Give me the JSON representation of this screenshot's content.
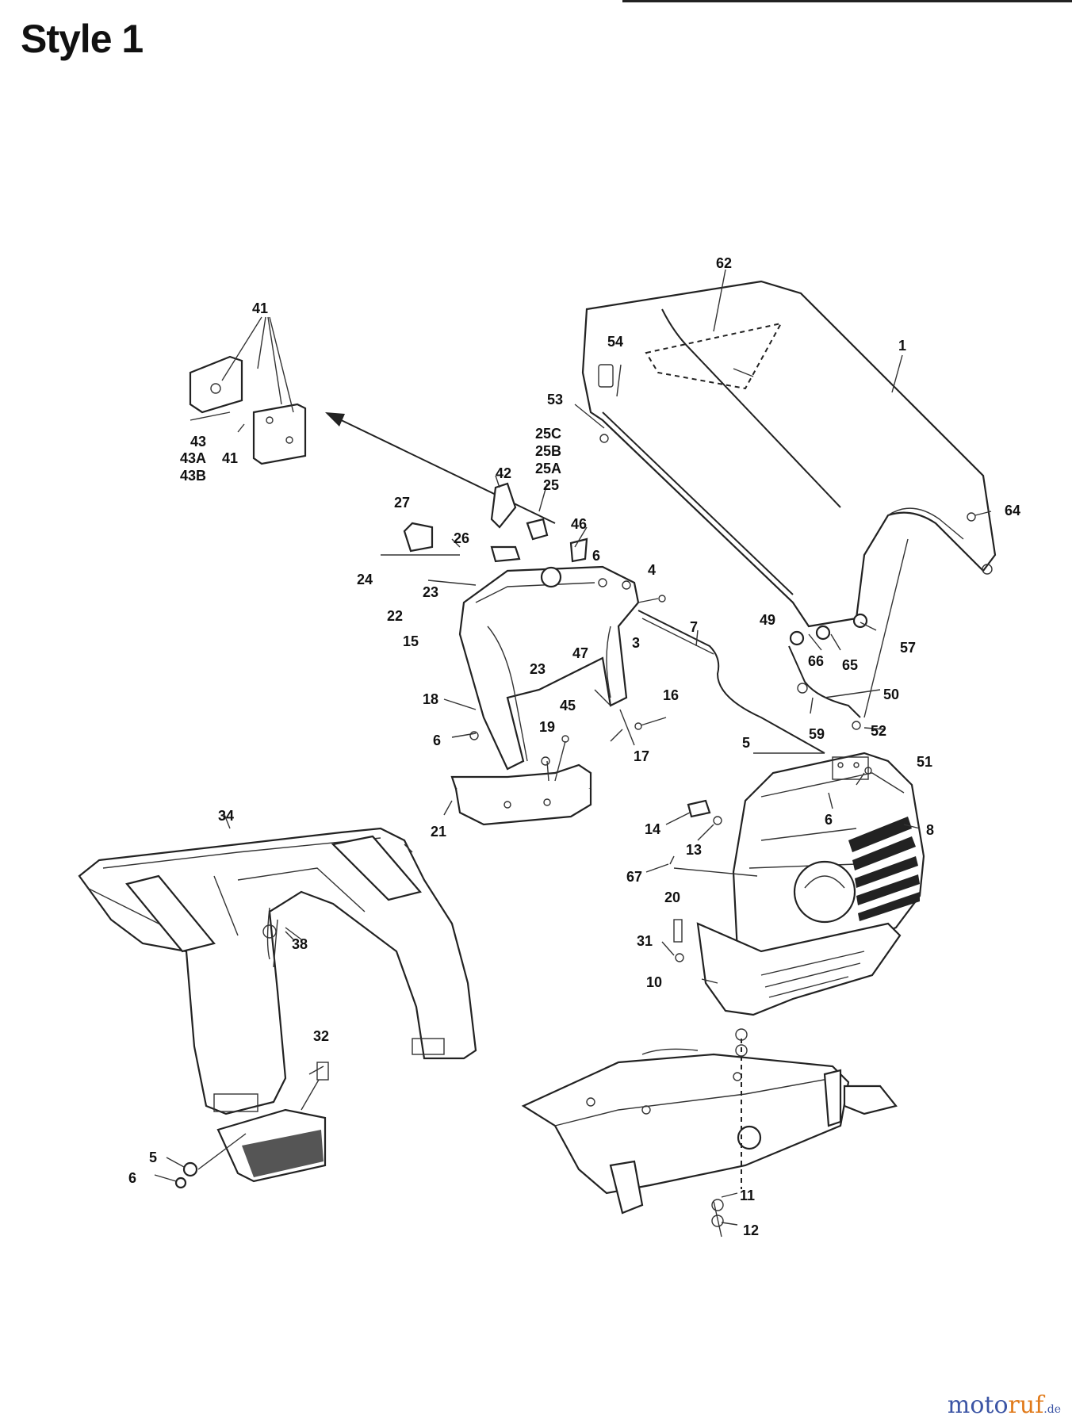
{
  "title": "Style 1",
  "watermark": {
    "text_main": "moto",
    "text_accent": "ruf",
    "text_suffix": ".de",
    "color_main": "#3c55a5",
    "color_accent": "#e07a1a"
  },
  "labels": [
    {
      "id": "62",
      "text": "62"
    },
    {
      "id": "1",
      "text": "1"
    },
    {
      "id": "54",
      "text": "54"
    },
    {
      "id": "53",
      "text": "53"
    },
    {
      "id": "64",
      "text": "64"
    },
    {
      "id": "41a",
      "text": "41"
    },
    {
      "id": "41b",
      "text": "41"
    },
    {
      "id": "43",
      "text": "43"
    },
    {
      "id": "43A",
      "text": "43A"
    },
    {
      "id": "43B",
      "text": "43B"
    },
    {
      "id": "25C",
      "text": "25C"
    },
    {
      "id": "25B",
      "text": "25B"
    },
    {
      "id": "25A",
      "text": "25A"
    },
    {
      "id": "25",
      "text": "25"
    },
    {
      "id": "42",
      "text": "42"
    },
    {
      "id": "46",
      "text": "46"
    },
    {
      "id": "27",
      "text": "27"
    },
    {
      "id": "26",
      "text": "26"
    },
    {
      "id": "6a",
      "text": "6"
    },
    {
      "id": "4",
      "text": "4"
    },
    {
      "id": "24",
      "text": "24"
    },
    {
      "id": "23a",
      "text": "23"
    },
    {
      "id": "22",
      "text": "22"
    },
    {
      "id": "3",
      "text": "3"
    },
    {
      "id": "7",
      "text": "7"
    },
    {
      "id": "15",
      "text": "15"
    },
    {
      "id": "47",
      "text": "47"
    },
    {
      "id": "23b",
      "text": "23"
    },
    {
      "id": "49",
      "text": "49"
    },
    {
      "id": "66",
      "text": "66"
    },
    {
      "id": "65",
      "text": "65"
    },
    {
      "id": "57",
      "text": "57"
    },
    {
      "id": "18",
      "text": "18"
    },
    {
      "id": "45",
      "text": "45"
    },
    {
      "id": "16",
      "text": "16"
    },
    {
      "id": "50",
      "text": "50"
    },
    {
      "id": "19",
      "text": "19"
    },
    {
      "id": "6b",
      "text": "6"
    },
    {
      "id": "17",
      "text": "17"
    },
    {
      "id": "59",
      "text": "59"
    },
    {
      "id": "52",
      "text": "52"
    },
    {
      "id": "5a",
      "text": "5"
    },
    {
      "id": "51",
      "text": "51"
    },
    {
      "id": "21",
      "text": "21"
    },
    {
      "id": "6c",
      "text": "6"
    },
    {
      "id": "14",
      "text": "14"
    },
    {
      "id": "8",
      "text": "8"
    },
    {
      "id": "13",
      "text": "13"
    },
    {
      "id": "34",
      "text": "34"
    },
    {
      "id": "67",
      "text": "67"
    },
    {
      "id": "20",
      "text": "20"
    },
    {
      "id": "38",
      "text": "38"
    },
    {
      "id": "31",
      "text": "31"
    },
    {
      "id": "10",
      "text": "10"
    },
    {
      "id": "32",
      "text": "32"
    },
    {
      "id": "5b",
      "text": "5"
    },
    {
      "id": "6d",
      "text": "6"
    },
    {
      "id": "11",
      "text": "11"
    },
    {
      "id": "12",
      "text": "12"
    }
  ]
}
